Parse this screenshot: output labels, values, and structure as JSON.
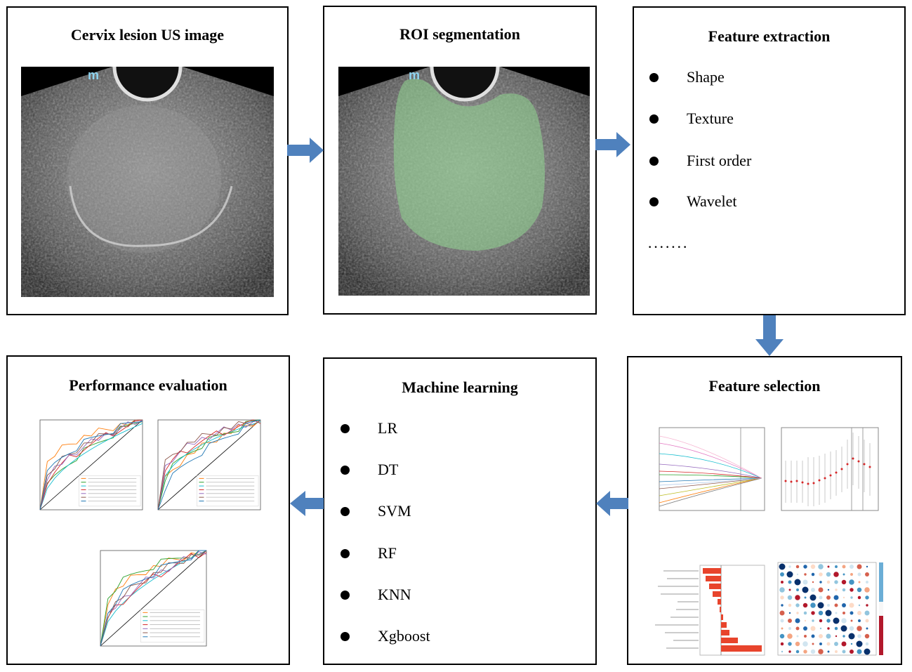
{
  "colors": {
    "arrow": "#4f81bd",
    "roi_overlay": "#8fcf8f",
    "border": "#000000"
  },
  "panels": {
    "us_image": {
      "title": "Cervix lesion US image",
      "marker": "m"
    },
    "roi": {
      "title": "ROI segmentation",
      "marker": "m"
    },
    "features": {
      "title": "Feature extraction",
      "items": [
        "Shape",
        "Texture",
        "First order",
        "Wavelet"
      ],
      "ellipsis": "·······"
    },
    "selection": {
      "title": "Feature selection"
    },
    "ml": {
      "title": "Machine learning",
      "items": [
        "LR",
        "DT",
        "SVM",
        "RF",
        "KNN",
        "Xgboost"
      ]
    },
    "performance": {
      "title": "Performance evaluation"
    }
  },
  "arrows": [
    {
      "name": "arrow-us-to-roi",
      "direction": "right"
    },
    {
      "name": "arrow-roi-to-features",
      "direction": "right"
    },
    {
      "name": "arrow-features-to-selection",
      "direction": "down"
    },
    {
      "name": "arrow-selection-to-ml",
      "direction": "left"
    },
    {
      "name": "arrow-ml-to-performance",
      "direction": "left"
    }
  ]
}
